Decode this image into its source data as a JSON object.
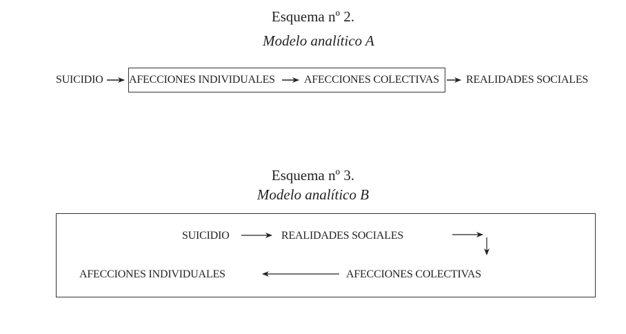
{
  "schema_a": {
    "title": "Esquema nº  2.",
    "subtitle": "Modelo analítico  A",
    "nodes": [
      "SUICIDIO",
      "AFECCIONES INDIVIDUALES",
      "AFECCIONES COLECTIVAS",
      "REALIDADES SOCIALES"
    ]
  },
  "schema_b": {
    "title": "Esquema nº 3.",
    "subtitle": "Modelo analítico  B",
    "nodes": [
      "SUICIDIO",
      "REALIDADES SOCIALES",
      "AFECCIONES COLECTIVAS",
      "AFECCIONES INDIVIDUALES"
    ]
  }
}
